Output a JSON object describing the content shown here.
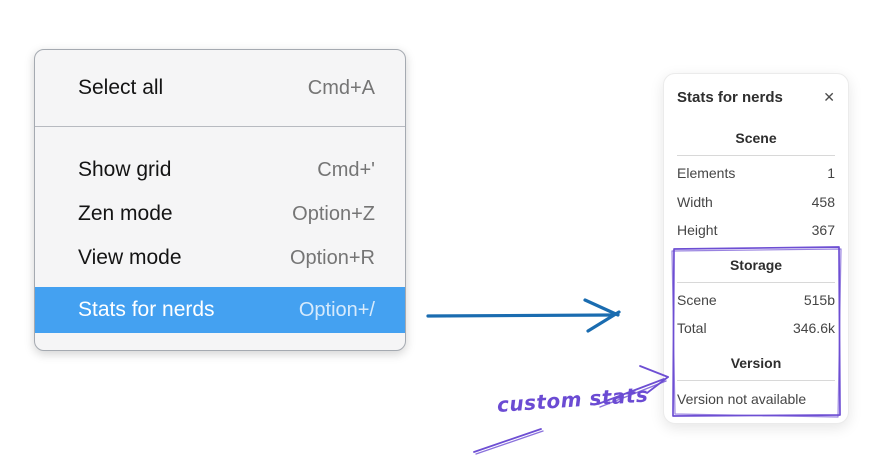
{
  "context_menu": {
    "items": [
      {
        "label": "Select all",
        "shortcut": "Cmd+A"
      },
      {
        "label": "Show grid",
        "shortcut": "Cmd+'"
      },
      {
        "label": "Zen mode",
        "shortcut": "Option+Z"
      },
      {
        "label": "View mode",
        "shortcut": "Option+R"
      },
      {
        "label": "Stats for nerds",
        "shortcut": "Option+/"
      }
    ]
  },
  "stats_panel": {
    "title": "Stats for nerds",
    "scene": {
      "heading": "Scene",
      "rows": [
        {
          "label": "Elements",
          "value": "1"
        },
        {
          "label": "Width",
          "value": "458"
        },
        {
          "label": "Height",
          "value": "367"
        }
      ]
    },
    "storage": {
      "heading": "Storage",
      "rows": [
        {
          "label": "Scene",
          "value": "515b"
        },
        {
          "label": "Total",
          "value": "346.6k"
        }
      ]
    },
    "version": {
      "heading": "Version",
      "note": "Version not available"
    }
  },
  "annotation": {
    "label": "custom stats"
  },
  "icons": {
    "close": "✕"
  },
  "colors": {
    "menu_highlight": "#44a1f1",
    "arrow_blue": "#1a6cb0",
    "annotation_purple": "#6d4ed3"
  }
}
